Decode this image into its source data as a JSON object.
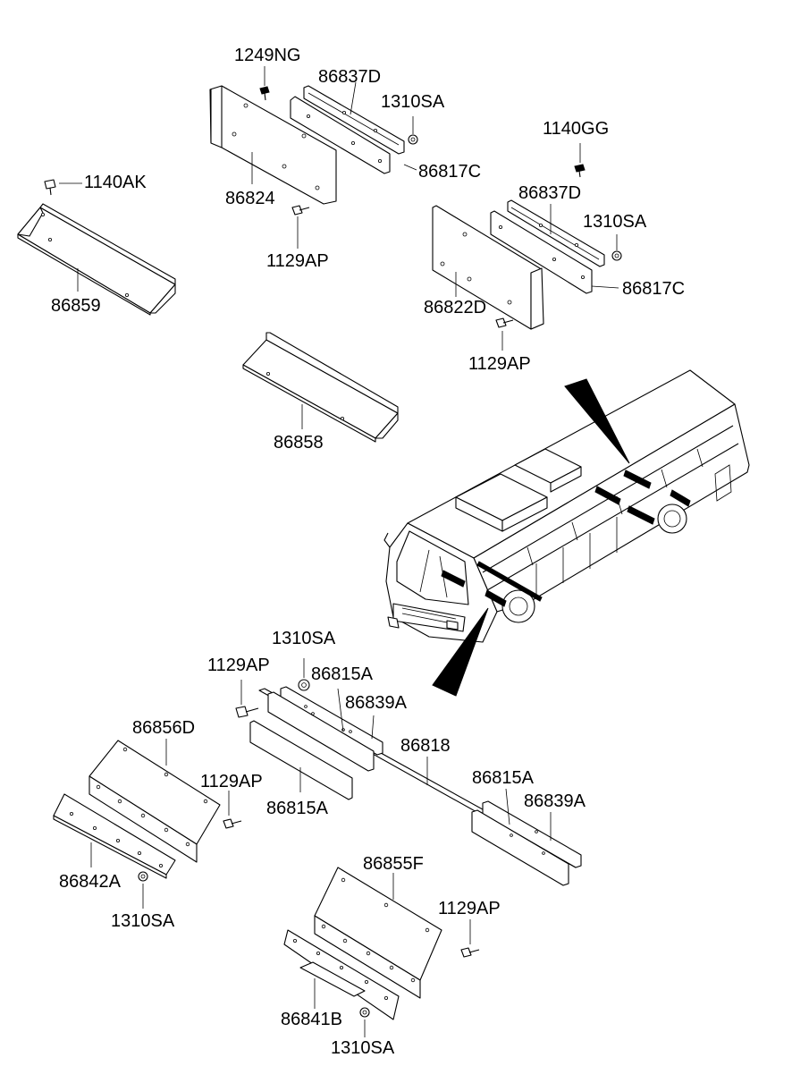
{
  "labels": {
    "p1249NG": "1249NG",
    "p86837D_a": "86837D",
    "p1310SA_a": "1310SA",
    "p86817C_a": "86817C",
    "p86824": "86824",
    "p1129AP_a": "1129AP",
    "p1140AK": "1140AK",
    "p86859": "86859",
    "p1140GG": "1140GG",
    "p86837D_b": "86837D",
    "p1310SA_b": "1310SA",
    "p86817C_b": "86817C",
    "p86822D": "86822D",
    "p1129AP_b": "1129AP",
    "p86858": "86858",
    "p1310SA_c": "1310SA",
    "p1129AP_c": "1129AP",
    "p86815A_a": "86815A",
    "p86839A_a": "86839A",
    "p86818": "86818",
    "p86856D": "86856D",
    "p1129AP_d": "1129AP",
    "p86815A_b": "86815A",
    "p86815A_c": "86815A",
    "p86839A_b": "86839A",
    "p86842A": "86842A",
    "p1310SA_d": "1310SA",
    "p86855F": "86855F",
    "p1129AP_e": "1129AP",
    "p86841B": "86841B",
    "p1310SA_e": "1310SA"
  }
}
